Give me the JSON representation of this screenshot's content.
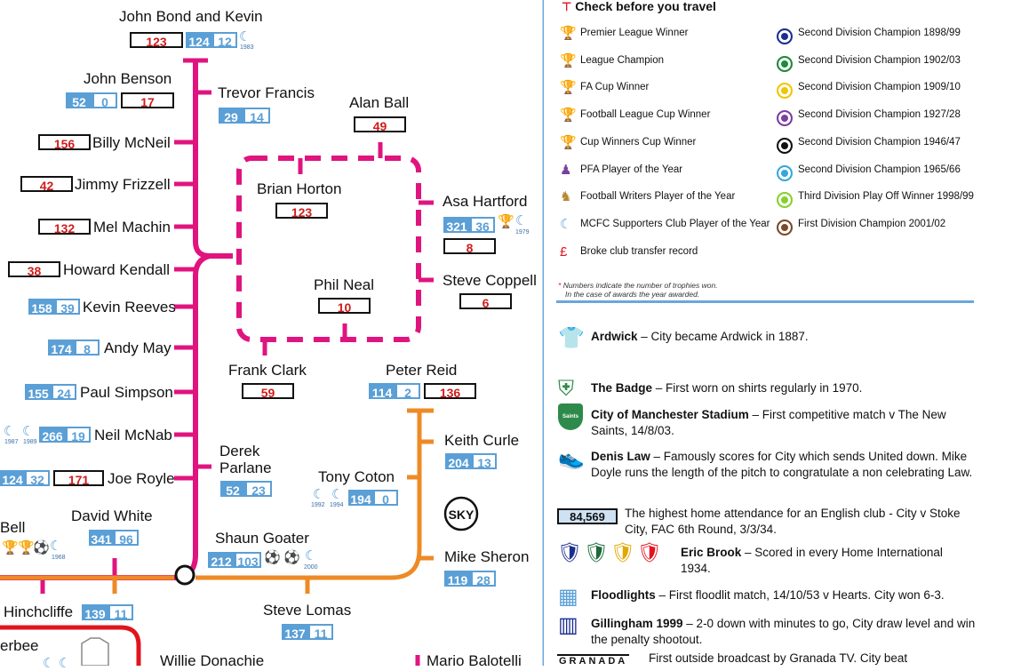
{
  "colors": {
    "magenta": "#e0147f",
    "orange": "#ee8a25",
    "red": "#e1141e",
    "sky": "#5a9fd6",
    "divider": "#6aa7db"
  },
  "stations": {
    "bond": "John Bond and Kevin",
    "benson": "John Benson",
    "francis": "Trevor Francis",
    "ball": "Alan Ball",
    "mcneil": "Billy McNeil",
    "frizzell": "Jimmy Frizzell",
    "machin": "Mel Machin",
    "kendall": "Howard Kendall",
    "reeves": "Kevin Reeves",
    "may": "Andy May",
    "simpson": "Paul Simpson",
    "mcnab": "Neil McNab",
    "royle": "Joe Royle",
    "bell": "Bell",
    "white": "David White",
    "horton": "Brian Horton",
    "hartford": "Asa Hartford",
    "neal": "Phil Neal",
    "coppell": "Steve Coppell",
    "clark": "Frank Clark",
    "reid": "Peter Reid",
    "derek": "Derek",
    "parlane": "Parlane",
    "curle": "Keith Curle",
    "coton": "Tony Coton",
    "goater": "Shaun Goater",
    "sheron": "Mike Sheron",
    "hinchcliffe": "Hinchcliffe",
    "lomas": "Steve Lomas",
    "erbee": "erbee",
    "donachie": "Willie Donachie",
    "balotelli": "Mario Balotelli"
  },
  "numbers": {
    "bond_r": "123",
    "bond_b": "124",
    "bond_o": "12",
    "bond_y": "1983",
    "benson_b": "52",
    "benson_o": "0",
    "benson_r": "17",
    "francis_b": "29",
    "francis_o": "14",
    "ball_r": "49",
    "mcneil_r": "156",
    "frizzell_r": "42",
    "machin_r": "132",
    "kendall_r": "38",
    "reeves_b": "158",
    "reeves_o": "39",
    "may_b": "174",
    "may_o": "8",
    "simpson_b": "155",
    "simpson_o": "24",
    "mcnab_b": "266",
    "mcnab_o": "19",
    "mcnab_y1": "1987",
    "mcnab_y2": "1989",
    "royle_b": "124",
    "royle_o": "32",
    "royle_r": "171",
    "bell_y": "1968",
    "white_b": "341",
    "white_o": "96",
    "horton_r": "123",
    "hartford_b": "321",
    "hartford_o": "36",
    "hartford_y": "1979",
    "hartford_r": "8",
    "neal_r": "10",
    "coppell_r": "6",
    "clark_r": "59",
    "reid_b": "114",
    "reid_o": "2",
    "reid_r": "136",
    "parlane_b": "52",
    "parlane_o": "23",
    "curle_b": "204",
    "curle_o": "13",
    "coton_b": "194",
    "coton_o": "0",
    "coton_y1": "1992",
    "coton_y2": "1994",
    "goater_b": "212",
    "goater_o": "103",
    "goater_y": "2000",
    "sheron_b": "119",
    "sheron_o": "28",
    "hinch_b": "139",
    "hinch_o": "11",
    "lomas_b": "137",
    "lomas_o": "11"
  },
  "sky_label": "SKY",
  "legend": {
    "title": "Check before you travel",
    "left": [
      {
        "label": "Premier League Winner",
        "icon": "trophy-premier-icon",
        "color": "#6fa9dc"
      },
      {
        "label": "League Champion",
        "icon": "trophy-league-icon",
        "color": "#222222"
      },
      {
        "label": "FA Cup Winner",
        "icon": "trophy-facup-icon",
        "color": "#ee8a25"
      },
      {
        "label": "Football League Cup Winner",
        "icon": "trophy-leaguecup-icon",
        "color": "#f0c419"
      },
      {
        "label": "Cup Winners Cup Winner",
        "icon": "trophy-cwc-icon",
        "color": "#8a8a8a"
      },
      {
        "label": "PFA Player of the Year",
        "icon": "award-pfa-icon",
        "color": "#7a3fa0"
      },
      {
        "label": "Football Writers Player of the Year",
        "icon": "award-fwa-icon",
        "color": "#b8862e"
      },
      {
        "label": "MCFC Supporters Club Player of the Year",
        "icon": "moon-icon",
        "color": "#5a9fd6"
      },
      {
        "label": "Broke club transfer record",
        "icon": "pound-icon",
        "color": "#e1141e"
      }
    ],
    "right": [
      {
        "label": "Second Division Champion 1898/99",
        "color": "#1b2e8f"
      },
      {
        "label": "Second Division Champion 1902/03",
        "color": "#1e8a3a"
      },
      {
        "label": "Second Division Champion 1909/10",
        "color": "#f2c500"
      },
      {
        "label": "Second Division Champion 1927/28",
        "color": "#7a3fa0"
      },
      {
        "label": "Second Division Champion 1946/47",
        "color": "#111111"
      },
      {
        "label": "Second Division Champion 1965/66",
        "color": "#35a7dd"
      },
      {
        "label": "Third Division Play Off Winner 1998/99",
        "color": "#86d02c"
      },
      {
        "label": "First Division Champion 2001/02",
        "color": "#7a4a2a"
      }
    ],
    "note1": "Numbers indicate the number of trophies won.",
    "note2": "In the case of awards the year awarded."
  },
  "facts": [
    {
      "title": "Ardwick",
      "text": " – City became Ardwick in 1887.",
      "icon": "kit-icon"
    },
    {
      "title": "The Badge",
      "text": " – First worn on shirts regularly in 1970.",
      "icon": "badge-icon"
    },
    {
      "title": "City of Manchester Stadium",
      "text": " – First competitive match v The New Saints, 14/8/03.",
      "icon": "tns-badge-icon",
      "badge_text": "Saints"
    },
    {
      "title": "Denis Law",
      "text": " – Famously scores for City which sends United down. Mike Doyle runs the length of the pitch to congratulate a non celebrating Law.",
      "icon": "boot-icon"
    },
    {
      "title": "",
      "text": "The highest home attendance for an English club - City v Stoke City, FAC 6th Round, 3/3/34.",
      "icon": "attendance-box",
      "box_value": "84,569"
    },
    {
      "title": "Eric Brook",
      "text": " – Scored in every Home International 1934.",
      "icon": "home-nations-icon"
    },
    {
      "title": "Floodlights",
      "text": " – First floodlit match, 14/10/53 v Hearts. City won 6-3.",
      "icon": "floodlight-icon"
    },
    {
      "title": "Gillingham 1999",
      "text": " – 2-0 down with minutes to go, City draw level and win the penalty shootout.",
      "icon": "gillingham-icon"
    },
    {
      "title": "GRANADA",
      "text": "First outside broadcast by Granada TV. City beat",
      "icon": "granada-icon"
    }
  ]
}
